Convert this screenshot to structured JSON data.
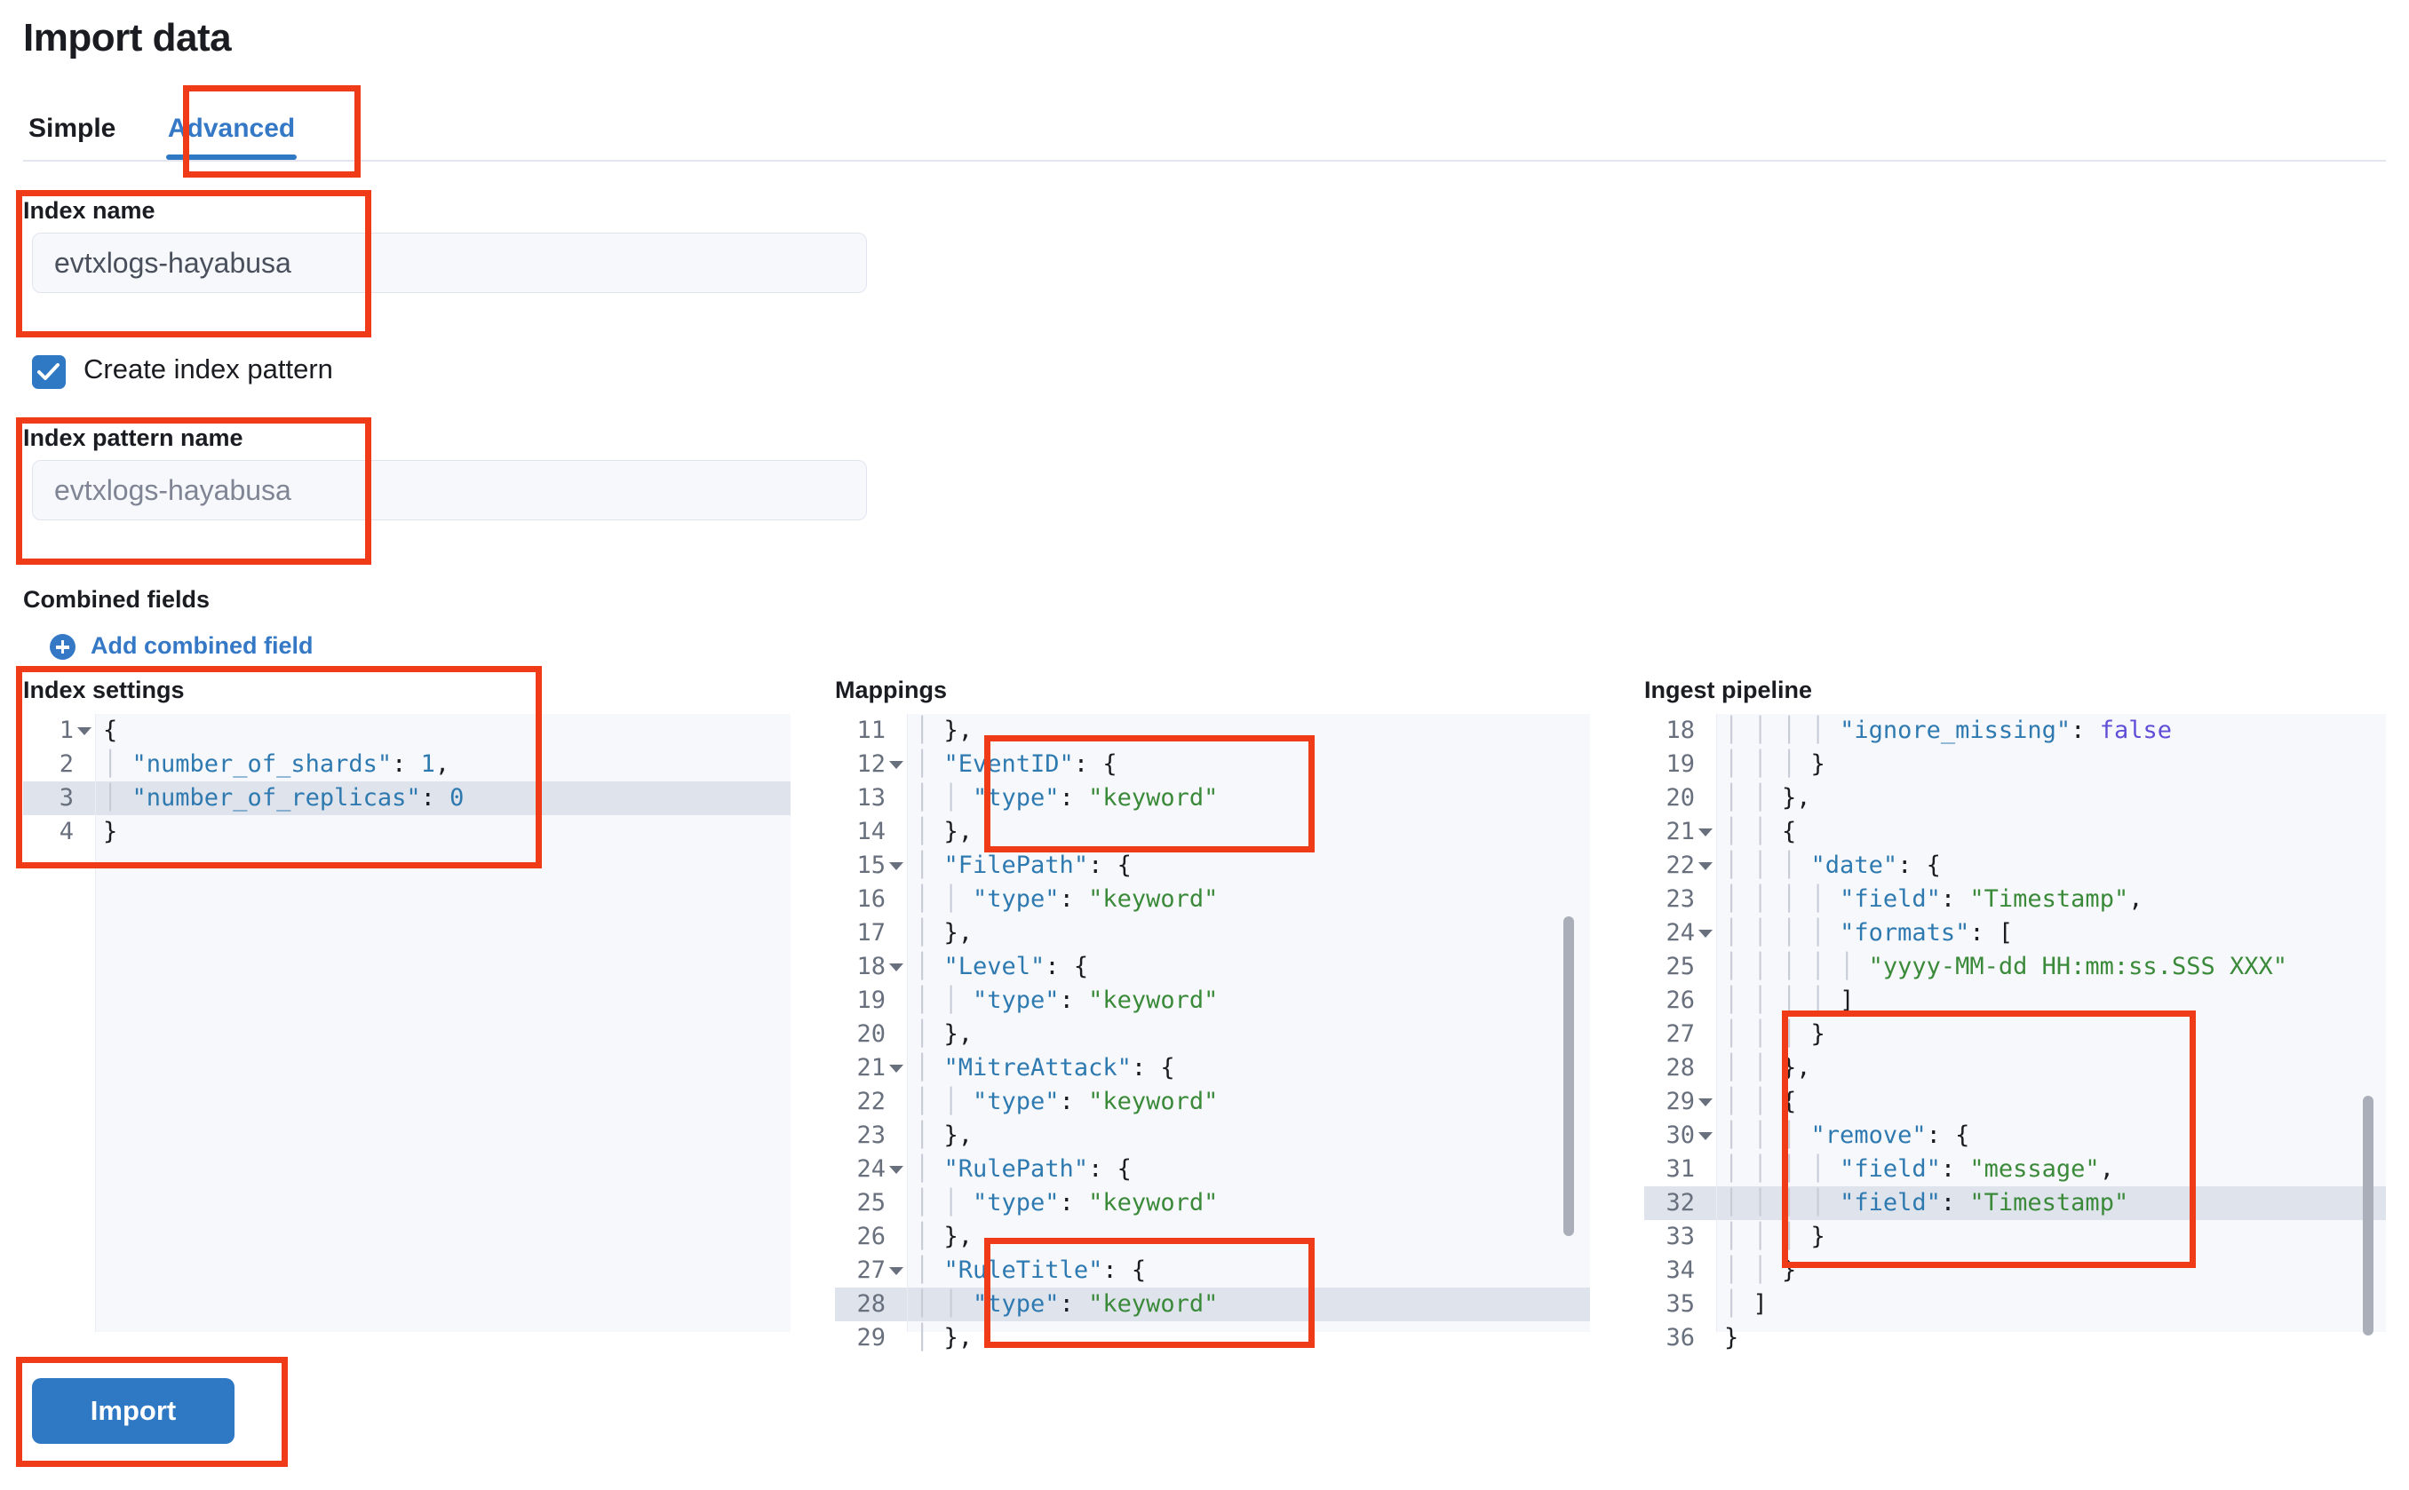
{
  "page": {
    "title": "Import data"
  },
  "tabs": [
    {
      "label": "Simple",
      "active": false
    },
    {
      "label": "Advanced",
      "active": true
    }
  ],
  "fields": {
    "index_name": {
      "label": "Index name",
      "value": "evtxlogs-hayabusa"
    },
    "create_index_pattern": {
      "label": "Create index pattern",
      "checked": true
    },
    "index_pattern_name": {
      "label": "Index pattern name",
      "placeholder": "evtxlogs-hayabusa"
    },
    "combined_fields": {
      "label": "Combined fields",
      "add_link": "Add combined field"
    }
  },
  "editors": {
    "index_settings": {
      "title": "Index settings",
      "highlighted_line": 3,
      "fold_lines": [
        1
      ],
      "lines": [
        {
          "n": 1,
          "text": "{"
        },
        {
          "n": 2,
          "text": "  \"number_of_shards\": 1,"
        },
        {
          "n": 3,
          "text": "  \"number_of_replicas\": 0"
        },
        {
          "n": 4,
          "text": "}"
        }
      ]
    },
    "mappings": {
      "title": "Mappings",
      "highlighted_line": 28,
      "fold_lines": [
        12,
        15,
        18,
        21,
        24,
        27
      ],
      "lines": [
        {
          "n": 11,
          "text": "  },"
        },
        {
          "n": 12,
          "text": "  \"EventID\": {"
        },
        {
          "n": 13,
          "text": "    \"type\": \"keyword\""
        },
        {
          "n": 14,
          "text": "  },"
        },
        {
          "n": 15,
          "text": "  \"FilePath\": {"
        },
        {
          "n": 16,
          "text": "    \"type\": \"keyword\""
        },
        {
          "n": 17,
          "text": "  },"
        },
        {
          "n": 18,
          "text": "  \"Level\": {"
        },
        {
          "n": 19,
          "text": "    \"type\": \"keyword\""
        },
        {
          "n": 20,
          "text": "  },"
        },
        {
          "n": 21,
          "text": "  \"MitreAttack\": {"
        },
        {
          "n": 22,
          "text": "    \"type\": \"keyword\""
        },
        {
          "n": 23,
          "text": "  },"
        },
        {
          "n": 24,
          "text": "  \"RulePath\": {"
        },
        {
          "n": 25,
          "text": "    \"type\": \"keyword\""
        },
        {
          "n": 26,
          "text": "  },"
        },
        {
          "n": 27,
          "text": "  \"RuleTitle\": {"
        },
        {
          "n": 28,
          "text": "    \"type\": \"keyword\""
        },
        {
          "n": 29,
          "text": "  },"
        }
      ]
    },
    "ingest_pipeline": {
      "title": "Ingest pipeline",
      "highlighted_line": 32,
      "fold_lines": [
        21,
        22,
        24,
        29,
        30
      ],
      "lines": [
        {
          "n": 18,
          "text": "        \"ignore_missing\": false"
        },
        {
          "n": 19,
          "text": "      }"
        },
        {
          "n": 20,
          "text": "    },"
        },
        {
          "n": 21,
          "text": "    {"
        },
        {
          "n": 22,
          "text": "      \"date\": {"
        },
        {
          "n": 23,
          "text": "        \"field\": \"Timestamp\","
        },
        {
          "n": 24,
          "text": "        \"formats\": ["
        },
        {
          "n": 25,
          "text": "          \"yyyy-MM-dd HH:mm:ss.SSS XXX\""
        },
        {
          "n": 26,
          "text": "        ]"
        },
        {
          "n": 27,
          "text": "      }"
        },
        {
          "n": 28,
          "text": "    },"
        },
        {
          "n": 29,
          "text": "    {"
        },
        {
          "n": 30,
          "text": "      \"remove\": {"
        },
        {
          "n": 31,
          "text": "        \"field\": \"message\","
        },
        {
          "n": 32,
          "text": "        \"field\": \"Timestamp\""
        },
        {
          "n": 33,
          "text": "      }"
        },
        {
          "n": 34,
          "text": "    }"
        },
        {
          "n": 35,
          "text": "  ]"
        },
        {
          "n": 36,
          "text": "}"
        }
      ]
    }
  },
  "actions": {
    "import_label": "Import"
  },
  "colors": {
    "accent": "#2f78c4",
    "link": "#3578c6",
    "annotation": "#ef3b18",
    "string": "#3a8a3a",
    "key": "#2e7ab0",
    "boolean": "#5f4fd8",
    "editor_bg": "#f7f8fc",
    "highlight_row": "#dfe3ec"
  }
}
